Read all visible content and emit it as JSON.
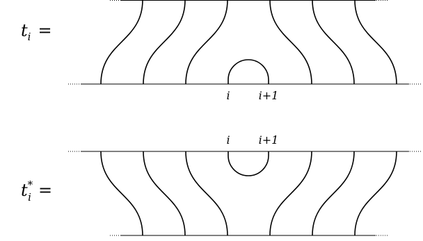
{
  "diagrams": [
    {
      "id": "t-i",
      "symbol": "t",
      "subscript": "i",
      "superscript": "",
      "equals": "=",
      "label_left": "i",
      "label_right": "i+1",
      "cap_orientation": "upward"
    },
    {
      "id": "t-i-star",
      "symbol": "t",
      "subscript": "i",
      "superscript": "*",
      "equals": "=",
      "label_left": "i",
      "label_right": "i+1",
      "cap_orientation": "downward"
    }
  ],
  "colors": {
    "ink": "#000000",
    "background": "#ffffff"
  }
}
